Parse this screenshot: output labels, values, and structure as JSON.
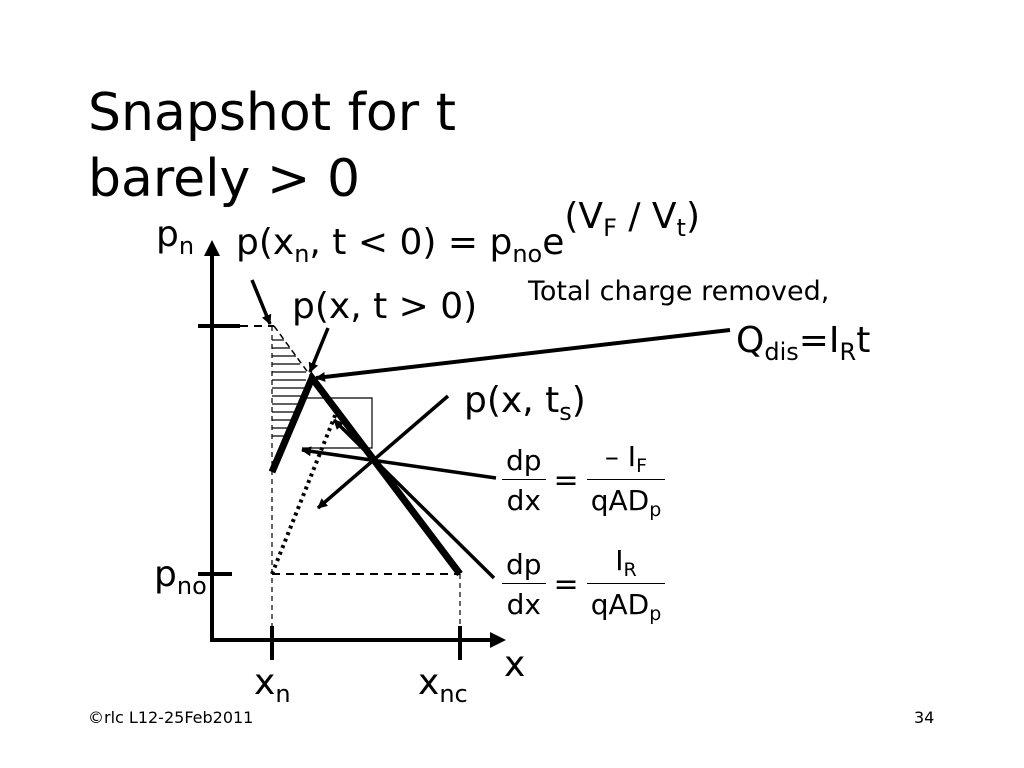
{
  "slide": {
    "title_line1": "Snapshot for t",
    "title_line2": "barely > 0",
    "footer_left": "©rlc L12-25Feb2011",
    "page_number": "34"
  },
  "axes": {
    "y_label_main": "p",
    "y_label_sub": "n",
    "pno_main": "p",
    "pno_sub": "no",
    "x_label": "x",
    "xn_main": "x",
    "xn_sub": "n",
    "xnc_main": "x",
    "xnc_sub": "nc"
  },
  "labels": {
    "eq_before": {
      "p": "p(x",
      "sub_n": "n",
      "rest": ", t < 0) = p",
      "sub_no": "no",
      "e": "e",
      "exp_open": "(V",
      "exp_sub_f": "F",
      "exp_mid": " / V",
      "exp_sub_t": "t",
      "exp_close": ")"
    },
    "eq_after": "p(x, t > 0)",
    "eq_ts": {
      "text": "p(x, t",
      "sub": "s",
      "close": ")"
    },
    "total_charge": "Total charge removed,",
    "qdis": {
      "q": "Q",
      "sub_dis": "dis",
      "mid": "=I",
      "sub_r": "R",
      "t": "t"
    }
  },
  "slopes": {
    "forward": {
      "num": "dp",
      "den": "dx",
      "rhs_num": "– I",
      "rhs_num_sub": "F",
      "rhs_den": "qAD",
      "rhs_den_sub": "p",
      "equals": "="
    },
    "reverse": {
      "num": "dp",
      "den": "dx",
      "rhs_num": "I",
      "rhs_num_sub": "R",
      "rhs_den": "qAD",
      "rhs_den_sub": "p",
      "equals": "="
    }
  },
  "colors": {
    "ink": "#000000",
    "background": "#ffffff"
  }
}
